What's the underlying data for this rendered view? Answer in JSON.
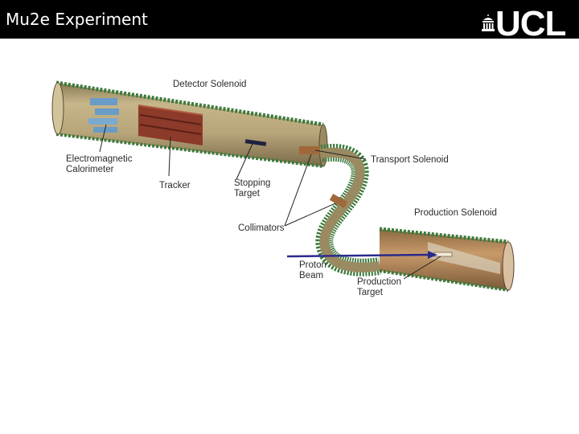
{
  "slide": {
    "title": "Mu2e Experiment",
    "logo_text": "UCL",
    "logo_icon": "portico-icon"
  },
  "diagram": {
    "labels": {
      "detector_solenoid": "Detector Solenoid",
      "electromagnetic_calorimeter_line1": "Electromagnetic",
      "electromagnetic_calorimeter_line2": "Calorimeter",
      "tracker": "Tracker",
      "stopping_target_line1": "Stopping",
      "stopping_target_line2": "Target",
      "transport_solenoid": "Transport Solenoid",
      "collimators": "Collimators",
      "production_solenoid": "Production Solenoid",
      "proton_beam_line1": "Proton",
      "proton_beam_line2": "Beam",
      "production_target_line1": "Production",
      "production_target_line2": "Target"
    },
    "colors": {
      "solenoid_interior": "#b8a57a",
      "solenoid_coil": "#3d7a3d",
      "tracker": "#8c3a2a",
      "calorimeter": "#6a9cc8",
      "proton_beam": "#2a2a8c"
    }
  }
}
